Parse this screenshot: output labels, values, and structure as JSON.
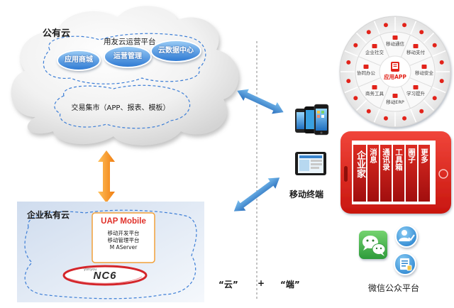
{
  "public_cloud": {
    "title": "公有云",
    "platform_title": "用友云运营平台",
    "services": [
      "应用商城",
      "运营管理",
      "云数据中心"
    ],
    "market": "交易集市（APP、报表、模板）"
  },
  "private_cloud": {
    "title": "企业私有云",
    "uap_title": "UAP Mobile",
    "uap_items": [
      "移动开发平台",
      "移动管理平台",
      "M AServer"
    ],
    "nc_brand": "yonyou",
    "nc_product": "NC6"
  },
  "terminals": {
    "label": "移动终端"
  },
  "app_wheel": {
    "center": "应用APP",
    "segments": [
      "移动通信",
      "移动支付",
      "移动安全",
      "学习提升",
      "移动ERP",
      "商务工具",
      "协同办公",
      "企业社交"
    ]
  },
  "enterprise_app": {
    "title": "企业家",
    "tiles": [
      "消息",
      "通讯录",
      "工具箱",
      "圈子",
      "更多"
    ]
  },
  "wechat": {
    "label": "微信公众平台"
  },
  "slogan": {
    "cloud": "“云”",
    "plus": "+",
    "end": "“端”"
  },
  "colors": {
    "arrow_orange": "#f08a1c",
    "arrow_blue": "#3a84cc",
    "phone_red": "#e2231a",
    "wechat_green": "#44b549",
    "dashed_outline": "#3d7ed6"
  },
  "icons": {
    "terminals": [
      "smartphone-icon",
      "tablet-icon"
    ],
    "wheel_center": "app-icon",
    "wechat": "wechat-icon",
    "wechat_extras": [
      "user-check-icon",
      "document-icon"
    ]
  }
}
